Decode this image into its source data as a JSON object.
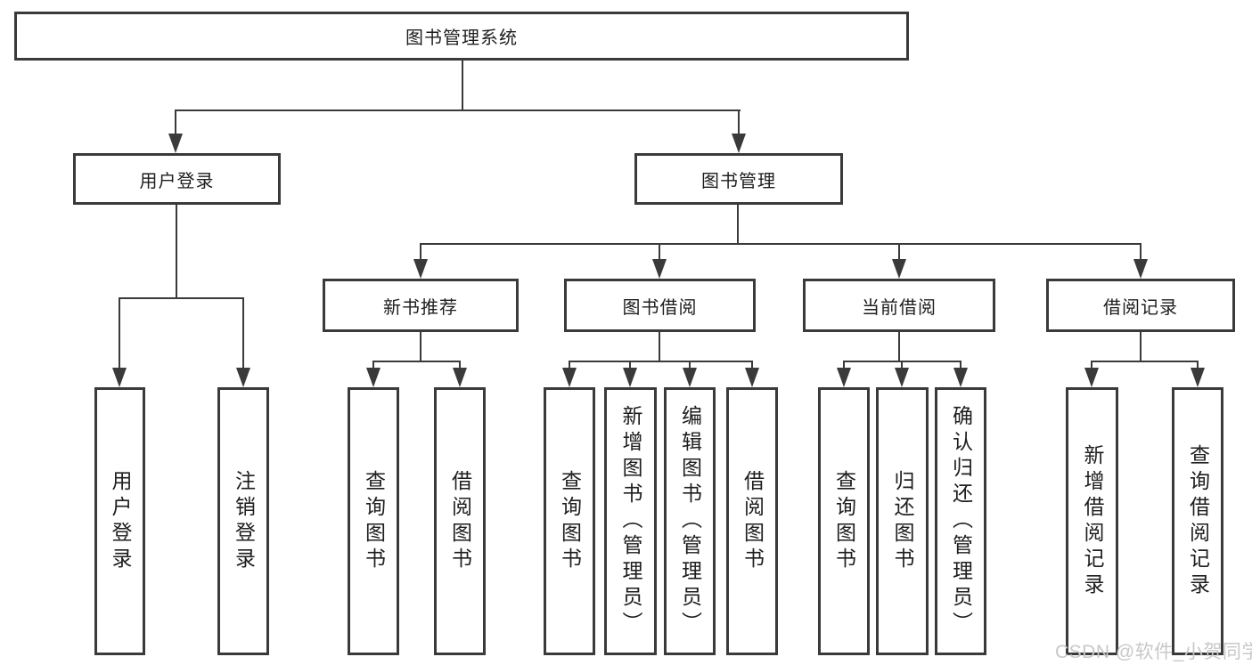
{
  "diagram": {
    "root": {
      "label": "图书管理系统",
      "children": [
        {
          "label": "用户登录",
          "children": [
            {
              "label": "用户登录"
            },
            {
              "label": "注销登录"
            }
          ]
        },
        {
          "label": "图书管理",
          "children": [
            {
              "label": "新书推荐",
              "children": [
                {
                  "label": "查询图书"
                },
                {
                  "label": "借阅图书"
                }
              ]
            },
            {
              "label": "图书借阅",
              "children": [
                {
                  "label": "查询图书"
                },
                {
                  "label": "新增图书（管理员）"
                },
                {
                  "label": "编辑图书（管理员）"
                },
                {
                  "label": "借阅图书"
                }
              ]
            },
            {
              "label": "当前借阅",
              "children": [
                {
                  "label": "查询图书"
                },
                {
                  "label": "归还图书"
                },
                {
                  "label": "确认归还（管理员）"
                }
              ]
            },
            {
              "label": "借阅记录",
              "children": [
                {
                  "label": "新增借阅记录"
                },
                {
                  "label": "查询借阅记录"
                }
              ]
            }
          ]
        }
      ]
    },
    "watermark": "CSDN @软件_小贺同学",
    "colors": {
      "line": "#3a3a3a",
      "text": "#1e1e1e",
      "watermark": "#c8c8c8",
      "background": "#ffffff"
    }
  }
}
